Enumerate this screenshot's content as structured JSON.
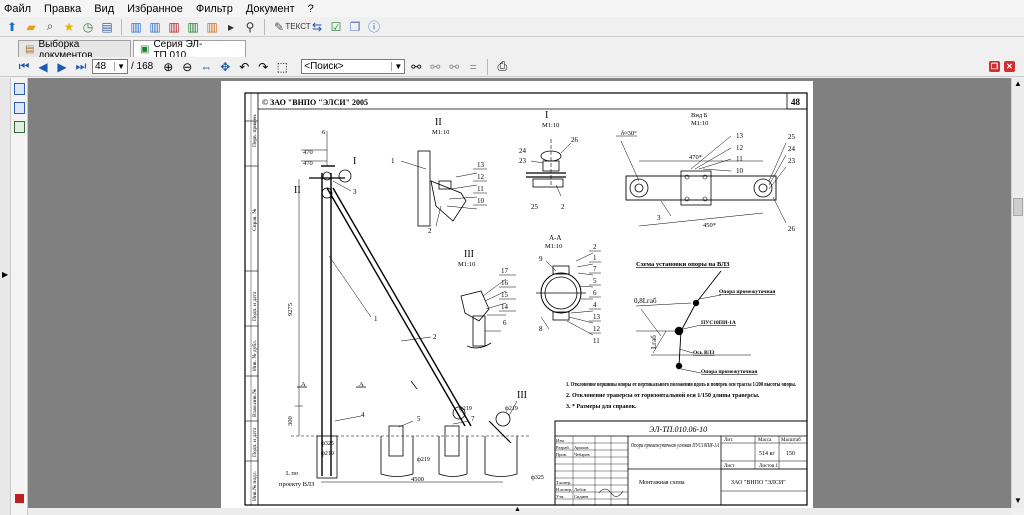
{
  "menu": [
    "Файл",
    "Правка",
    "Вид",
    "Избранное",
    "Фильтр",
    "Документ",
    "?"
  ],
  "tabs": [
    {
      "label": "Выборка документов"
    },
    {
      "label": "Серия ЭЛ-ТП.010..."
    }
  ],
  "nav": {
    "page": "48",
    "total": "/ 168",
    "search_placeholder": "<Поиск>"
  },
  "drawing": {
    "copyright": "© ЗАО \"ВНПО \"ЭЛСИ\" 2005",
    "sheet_number": "48",
    "view_ii": "II",
    "scale_ii": "М1:10",
    "view_i": "I",
    "scale_i": "М1:10",
    "view_b": "Вид Б",
    "scale_b": "М1:10",
    "view_iii": "III",
    "scale_iii": "М1:10",
    "section_aa": "А-А",
    "scale_aa": "М1:10",
    "scheme_title": "Схема установки опоры на ВЛЗ",
    "scheme_labels": {
      "support1": "Опора промежуточная",
      "pus": "ПУС10ПИ-1А",
      "axis": "Ось ВЛЗ",
      "support2": "Опора промежуточная",
      "dim1": "0,8Lгаб",
      "dim2": "Lгаб"
    },
    "notes": [
      "1. Отклонение вершины опоры от вертикального положения вдоль и поперек оси трассы 1/200 высоты опоры.",
      "2. Отклонение траверсы от горизонтальной оси 1/150 длины траверсы.",
      "3. * Размеры для справок."
    ],
    "dims": {
      "d470a": "470",
      "d470b": "470",
      "h9275": "9275",
      "h300": "300",
      "w4500": "4500",
      "d325a": "ф325",
      "d219a": "ф219",
      "d219b": "ф219",
      "d219c": "ф219",
      "d325b": "ф325",
      "a470": "470*",
      "a450": "450*",
      "ang": "δ≈30°",
      "lno": "L по",
      "proekt": "проекту ВЛЗ"
    },
    "title_block": {
      "code": "ЭЛ-ТП.010.06-10",
      "name": "Опора промежуточная угловая ПУС10ПИ-1А",
      "lit": "Лит.",
      "mass_h": "Масса",
      "scale_h": "Масштаб",
      "mass": "514 кг",
      "scale": "150",
      "sheet_label": "Лист",
      "sheets_label": "Листов 1",
      "drawing_type": "Монтажная схема",
      "org": "ЗАО \"ВНПО \"ЭЛСИ\"",
      "roles": [
        "Изм",
        "Разраб.",
        "Пров.",
        "Т.контр.",
        "Н.контр.",
        "Утв."
      ],
      "names": [
        "Арилов",
        "Чебарев",
        "",
        "Лобов",
        "Сидиев",
        ""
      ]
    },
    "side_stamps": [
      "Перв. примен.",
      "Справ. №",
      "Подп. и дата",
      "Инв. № дубл.",
      "Взам.инв.№",
      "Подп. и дата",
      "Инв.№ подл."
    ]
  }
}
